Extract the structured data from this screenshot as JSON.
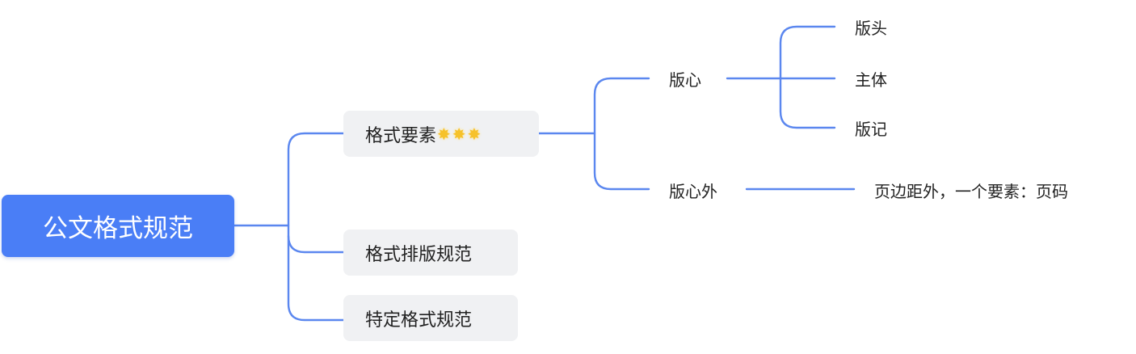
{
  "mindmap": {
    "root": "公文格式规范",
    "branches": [
      {
        "label": "格式要素",
        "rating_stars": 3,
        "children": [
          {
            "label": "版心",
            "children": [
              "版头",
              "主体",
              "版记"
            ]
          },
          {
            "label": "版心外",
            "children": [
              "页边距外，一个要素：页码"
            ]
          }
        ]
      },
      {
        "label": "格式排版规范"
      },
      {
        "label": "特定格式规范"
      }
    ]
  },
  "colors": {
    "root_fill": "#4a7ef6",
    "connector": "#5b87ef",
    "branch_fill": "#f0f1f3",
    "text": "#222222",
    "star": "#f6c22b"
  },
  "icons": {
    "rating": "star-icon"
  }
}
